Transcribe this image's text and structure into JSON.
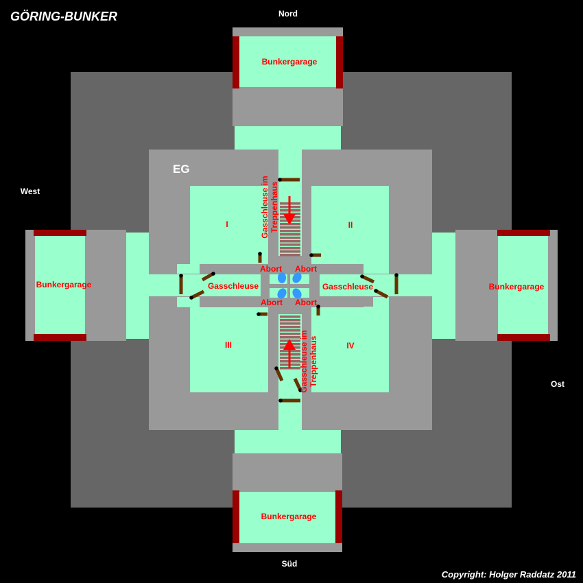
{
  "title": "GÖRING-BUNKER",
  "floor": "EG",
  "compass": {
    "north": "Nord",
    "south": "Süd",
    "west": "West",
    "east": "Ost"
  },
  "garages": {
    "north": "Bunkergarage",
    "south": "Bunkergarage",
    "west": "Bunkergarage",
    "east": "Bunkergarage"
  },
  "rooms": {
    "r1": "I",
    "r2": "II",
    "r3": "III",
    "r4": "IV"
  },
  "airlocks": {
    "west": "Gasschleuse",
    "east": "Gasschleuse"
  },
  "stair_airlock": {
    "line1": "Gasschleuse im",
    "line2": "Treppenhaus"
  },
  "toilets": {
    "nw": "Abort",
    "ne": "Abort",
    "sw": "Abort",
    "se": "Abort"
  },
  "copyright": "Copyright: Holger Raddatz 2011",
  "colors": {
    "room": "#99ffcc",
    "wall": "#999999",
    "outer": "#666666",
    "gate": "#990000",
    "label": "#ff0000",
    "door": "#663300",
    "toilet": "#3399ff"
  }
}
